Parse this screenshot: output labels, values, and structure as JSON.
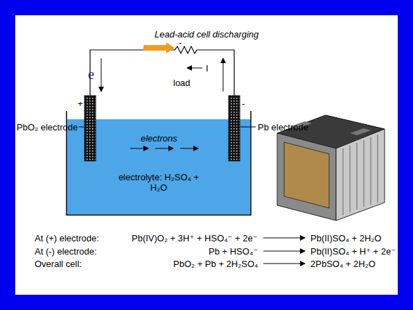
{
  "diagram": {
    "title": "Lead-acid cell discharging",
    "nodes": [
      {
        "text": [
          "electrons",
          "electrolyte: H₂SO₄ + H₂O"
        ]
      }
    ],
    "labels": [
      "e",
      "-",
      "I",
      "load",
      "+",
      "-",
      "PbO₂ electrode",
      "Pb electrode",
      "At (+) electrode:",
      "Pb(IV)O₂ + 3H⁺ + HSO₄⁻ + 2e⁻",
      "Pb(II)SO₄ + 2H₂O",
      "At (-) electrode:",
      "Pb + HSO₄⁻",
      "Pb(II)SO₄ + H⁺ + 2e⁻",
      "Overall cell:",
      "PbO₂ + Pb + 2H₂SO₄",
      "2PbSO₄ + 2H₂O"
    ]
  }
}
